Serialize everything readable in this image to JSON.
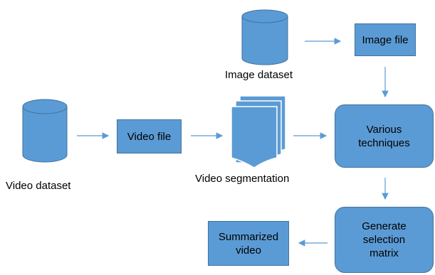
{
  "colors": {
    "fill": "#5b9bd5",
    "stroke": "#41719c",
    "arrow": "#5b9bd5"
  },
  "icons": {
    "database": "cylinder-icon",
    "documents": "multi-document-icon"
  },
  "nodes": {
    "image_dataset": "Image dataset",
    "image_file": "Image file",
    "video_dataset": "Video dataset",
    "video_file": "Video file",
    "video_segmentation": "Video segmentation",
    "various_techniques": "Various techniques",
    "generate_selection_matrix": "Generate selection matrix",
    "summarized_video": "Summarized video"
  }
}
